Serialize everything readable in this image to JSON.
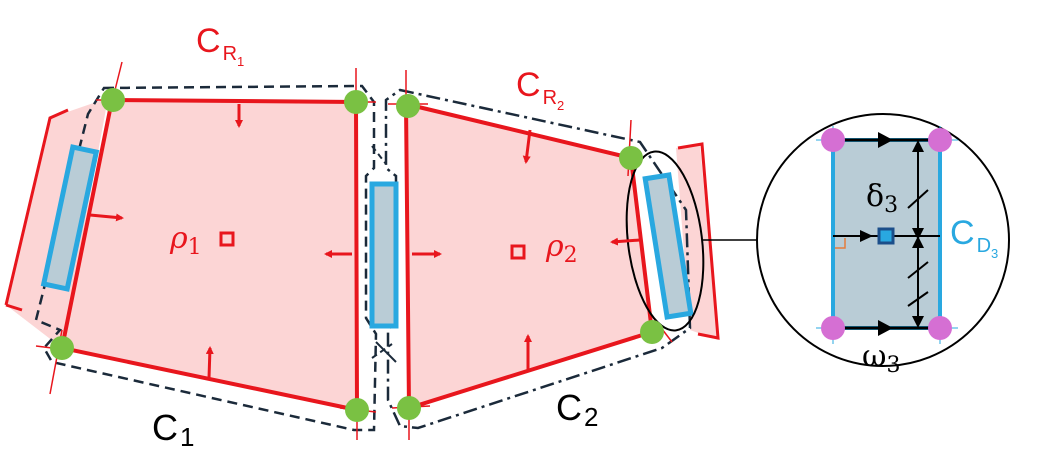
{
  "labels": {
    "c_r1_main": "C",
    "c_r1_sub": "R",
    "c_r1_subsub": "1",
    "c_r2_main": "C",
    "c_r2_sub": "R",
    "c_r2_subsub": "2",
    "c1_main": "C",
    "c1_sub": "1",
    "c2_main": "C",
    "c2_sub": "2",
    "rho1_main": "ρ",
    "rho1_sub": "1",
    "rho2_main": "ρ",
    "rho2_sub": "2",
    "delta3_main": "δ",
    "delta3_sub": "3",
    "omega3_main": "ω",
    "omega3_sub": "3",
    "cd3_main": "C",
    "cd3_sub": "D",
    "cd3_subsub": "3"
  },
  "colors": {
    "region_fill": "#fcd5d5",
    "region_edge": "#e8161d",
    "node_green": "#7ac143",
    "node_pink": "#d56fd3",
    "domain_edge": "#29a8e0",
    "domain_fill": "#b9ccd6",
    "contour": "#1b2a3a",
    "black": "#000000"
  }
}
